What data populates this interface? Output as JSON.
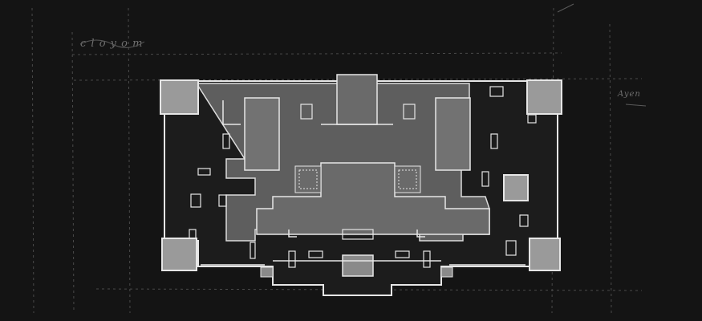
{
  "sheet": {
    "annotations": [
      {
        "id": "top-left",
        "text": "c l o y  o m"
      },
      {
        "id": "right-side",
        "text": "Ayen"
      }
    ]
  },
  "colors": {
    "background": "#141414",
    "paper_dark": "#101010",
    "line": "#e6e6e6",
    "tower_fill": "#9a9a9a",
    "shaded_fill": "#6a6a6a",
    "interior_fill": "#1c1c1c",
    "sketch_line": "#555555"
  }
}
